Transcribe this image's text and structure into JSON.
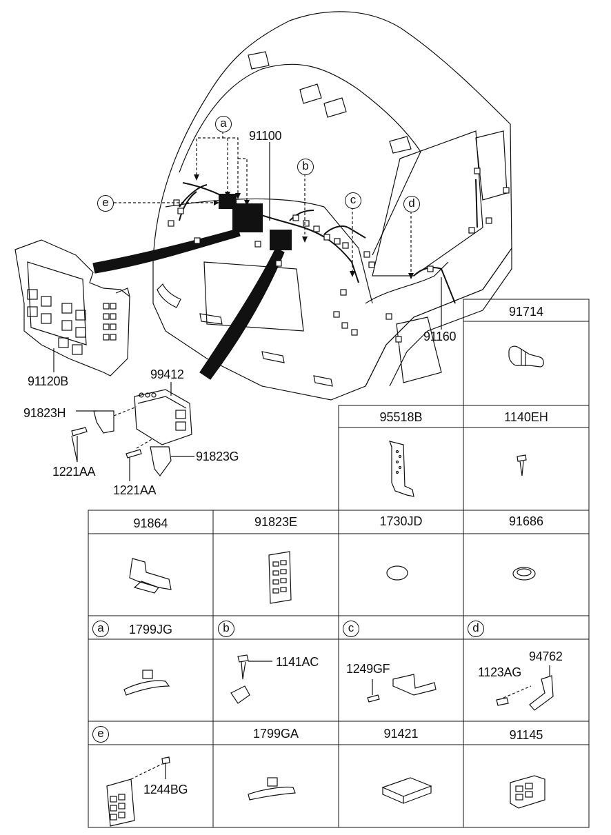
{
  "callouts": {
    "a": "a",
    "b": "b",
    "c": "c",
    "d": "d",
    "e": "e"
  },
  "main_labels": {
    "harness": "91100",
    "fuse_box": "91120B",
    "side_harness": "91160",
    "module": "99412",
    "bracket_h": "91823H",
    "bracket_g": "91823G",
    "screw_left": "1221AA",
    "screw_right": "1221AA"
  },
  "parts_table": {
    "row1": [
      {
        "code": "91714"
      }
    ],
    "row2": [
      {
        "code": "95518B"
      },
      {
        "code": "1140EH"
      }
    ],
    "row3": [
      {
        "code": "91864"
      },
      {
        "code": "91823E"
      },
      {
        "code": "1730JD"
      },
      {
        "code": "91686"
      }
    ],
    "row4": [
      {
        "letter": "a",
        "code": "1799JG"
      },
      {
        "letter": "b",
        "code": "",
        "sub": "1141AC"
      },
      {
        "letter": "c",
        "code": "",
        "sub": "1249GF"
      },
      {
        "letter": "d",
        "code": "",
        "sub": "94762",
        "sub2": "1123AG"
      }
    ],
    "row5": [
      {
        "letter": "e",
        "code": "",
        "sub": "1244BG"
      },
      {
        "code": "1799GA"
      },
      {
        "code": "91421"
      },
      {
        "code": "91145"
      }
    ]
  }
}
